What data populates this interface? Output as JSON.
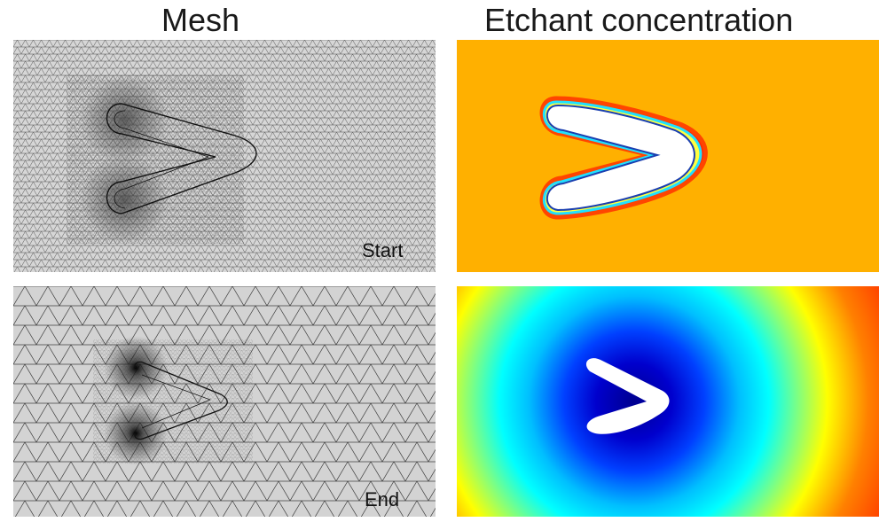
{
  "headings": {
    "mesh": "Mesh",
    "concentration": "Etchant concentration"
  },
  "labels": {
    "start": "Start",
    "end": "End"
  },
  "colors": {
    "mesh_background": "#d6d6d6",
    "mesh_line": "#2b2b2b",
    "start_field": "#ffb000",
    "cavity": "#ffffff",
    "colormap": [
      "#00008f",
      "#0000ff",
      "#00bfff",
      "#00ffff",
      "#80ff80",
      "#ffff00",
      "#ff8000",
      "#ff2000"
    ]
  }
}
